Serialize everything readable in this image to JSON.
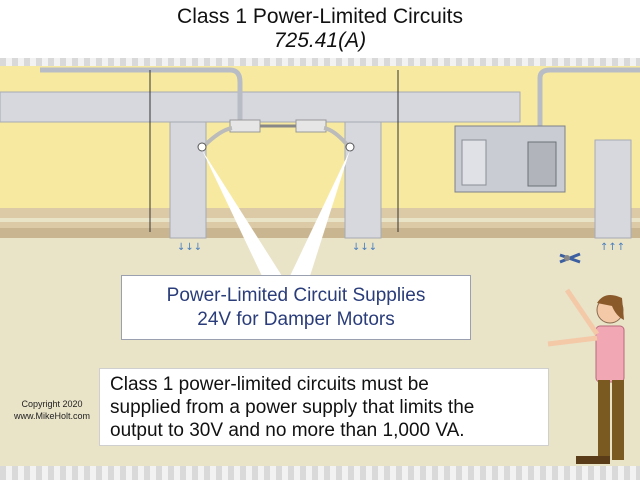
{
  "header": {
    "title": "Class 1 Power-Limited Circuits",
    "subtitle": "725.41(A)"
  },
  "callout": {
    "line1": "Power-Limited Circuit Supplies",
    "line2": "24V for Damper Motors"
  },
  "note": {
    "line1": "Class 1 power-limited circuits must be",
    "line2": "supplied from a power supply that limits the",
    "line3": "output to 30V and no more than 1,000 VA."
  },
  "copyright": {
    "line1": "Copyright 2020",
    "line2": "www.MikeHolt.com"
  },
  "colors": {
    "wall": "#f7eaa0",
    "floor": "#e9e3c8",
    "duct": "#d6d8de",
    "callout_text": "#2a3d7a"
  }
}
